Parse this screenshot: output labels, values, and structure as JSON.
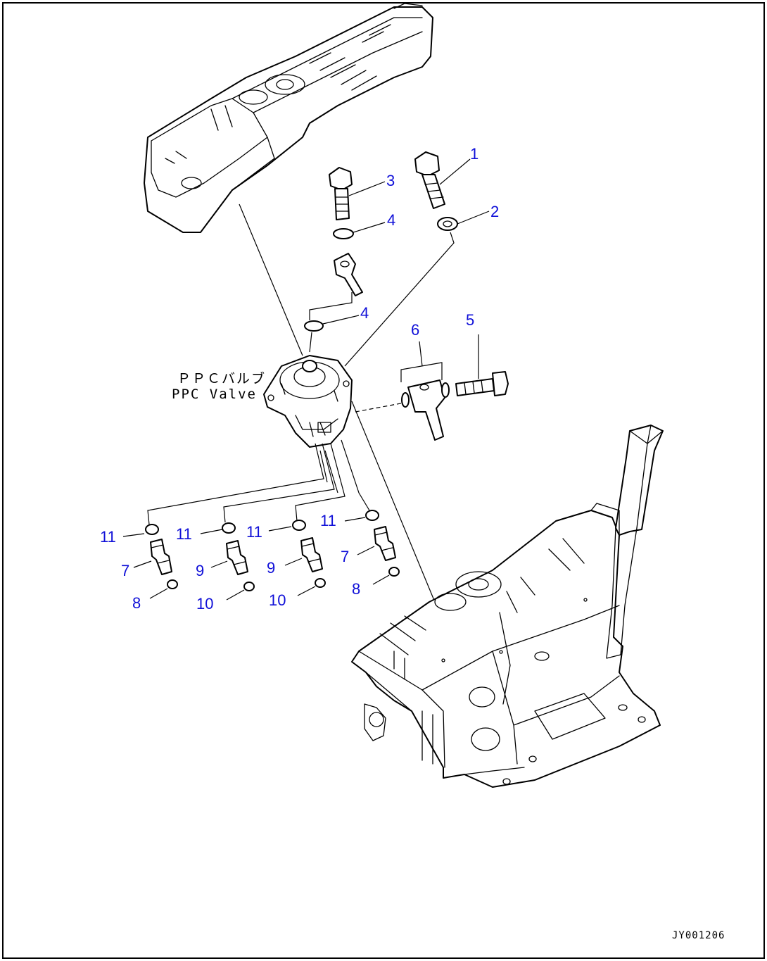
{
  "diagram": {
    "valve_label": {
      "jp": "ＰＰＣバルブ",
      "en": "PPC Valve"
    },
    "drawing_code": "JY001206",
    "callouts": [
      {
        "id": "c1",
        "text": "1"
      },
      {
        "id": "c2",
        "text": "2"
      },
      {
        "id": "c3",
        "text": "3"
      },
      {
        "id": "c4a",
        "text": "4"
      },
      {
        "id": "c4b",
        "text": "4"
      },
      {
        "id": "c5",
        "text": "5"
      },
      {
        "id": "c6",
        "text": "6"
      },
      {
        "id": "c7a",
        "text": "7"
      },
      {
        "id": "c7b",
        "text": "7"
      },
      {
        "id": "c8a",
        "text": "8"
      },
      {
        "id": "c8b",
        "text": "8"
      },
      {
        "id": "c9a",
        "text": "9"
      },
      {
        "id": "c9b",
        "text": "9"
      },
      {
        "id": "c10a",
        "text": "10"
      },
      {
        "id": "c10b",
        "text": "10"
      },
      {
        "id": "c11a",
        "text": "11"
      },
      {
        "id": "c11b",
        "text": "11"
      },
      {
        "id": "c11c",
        "text": "11"
      },
      {
        "id": "c11d",
        "text": "11"
      }
    ],
    "colors": {
      "callout": "#1010d8",
      "linework": "#000000",
      "background": "#ffffff"
    }
  }
}
